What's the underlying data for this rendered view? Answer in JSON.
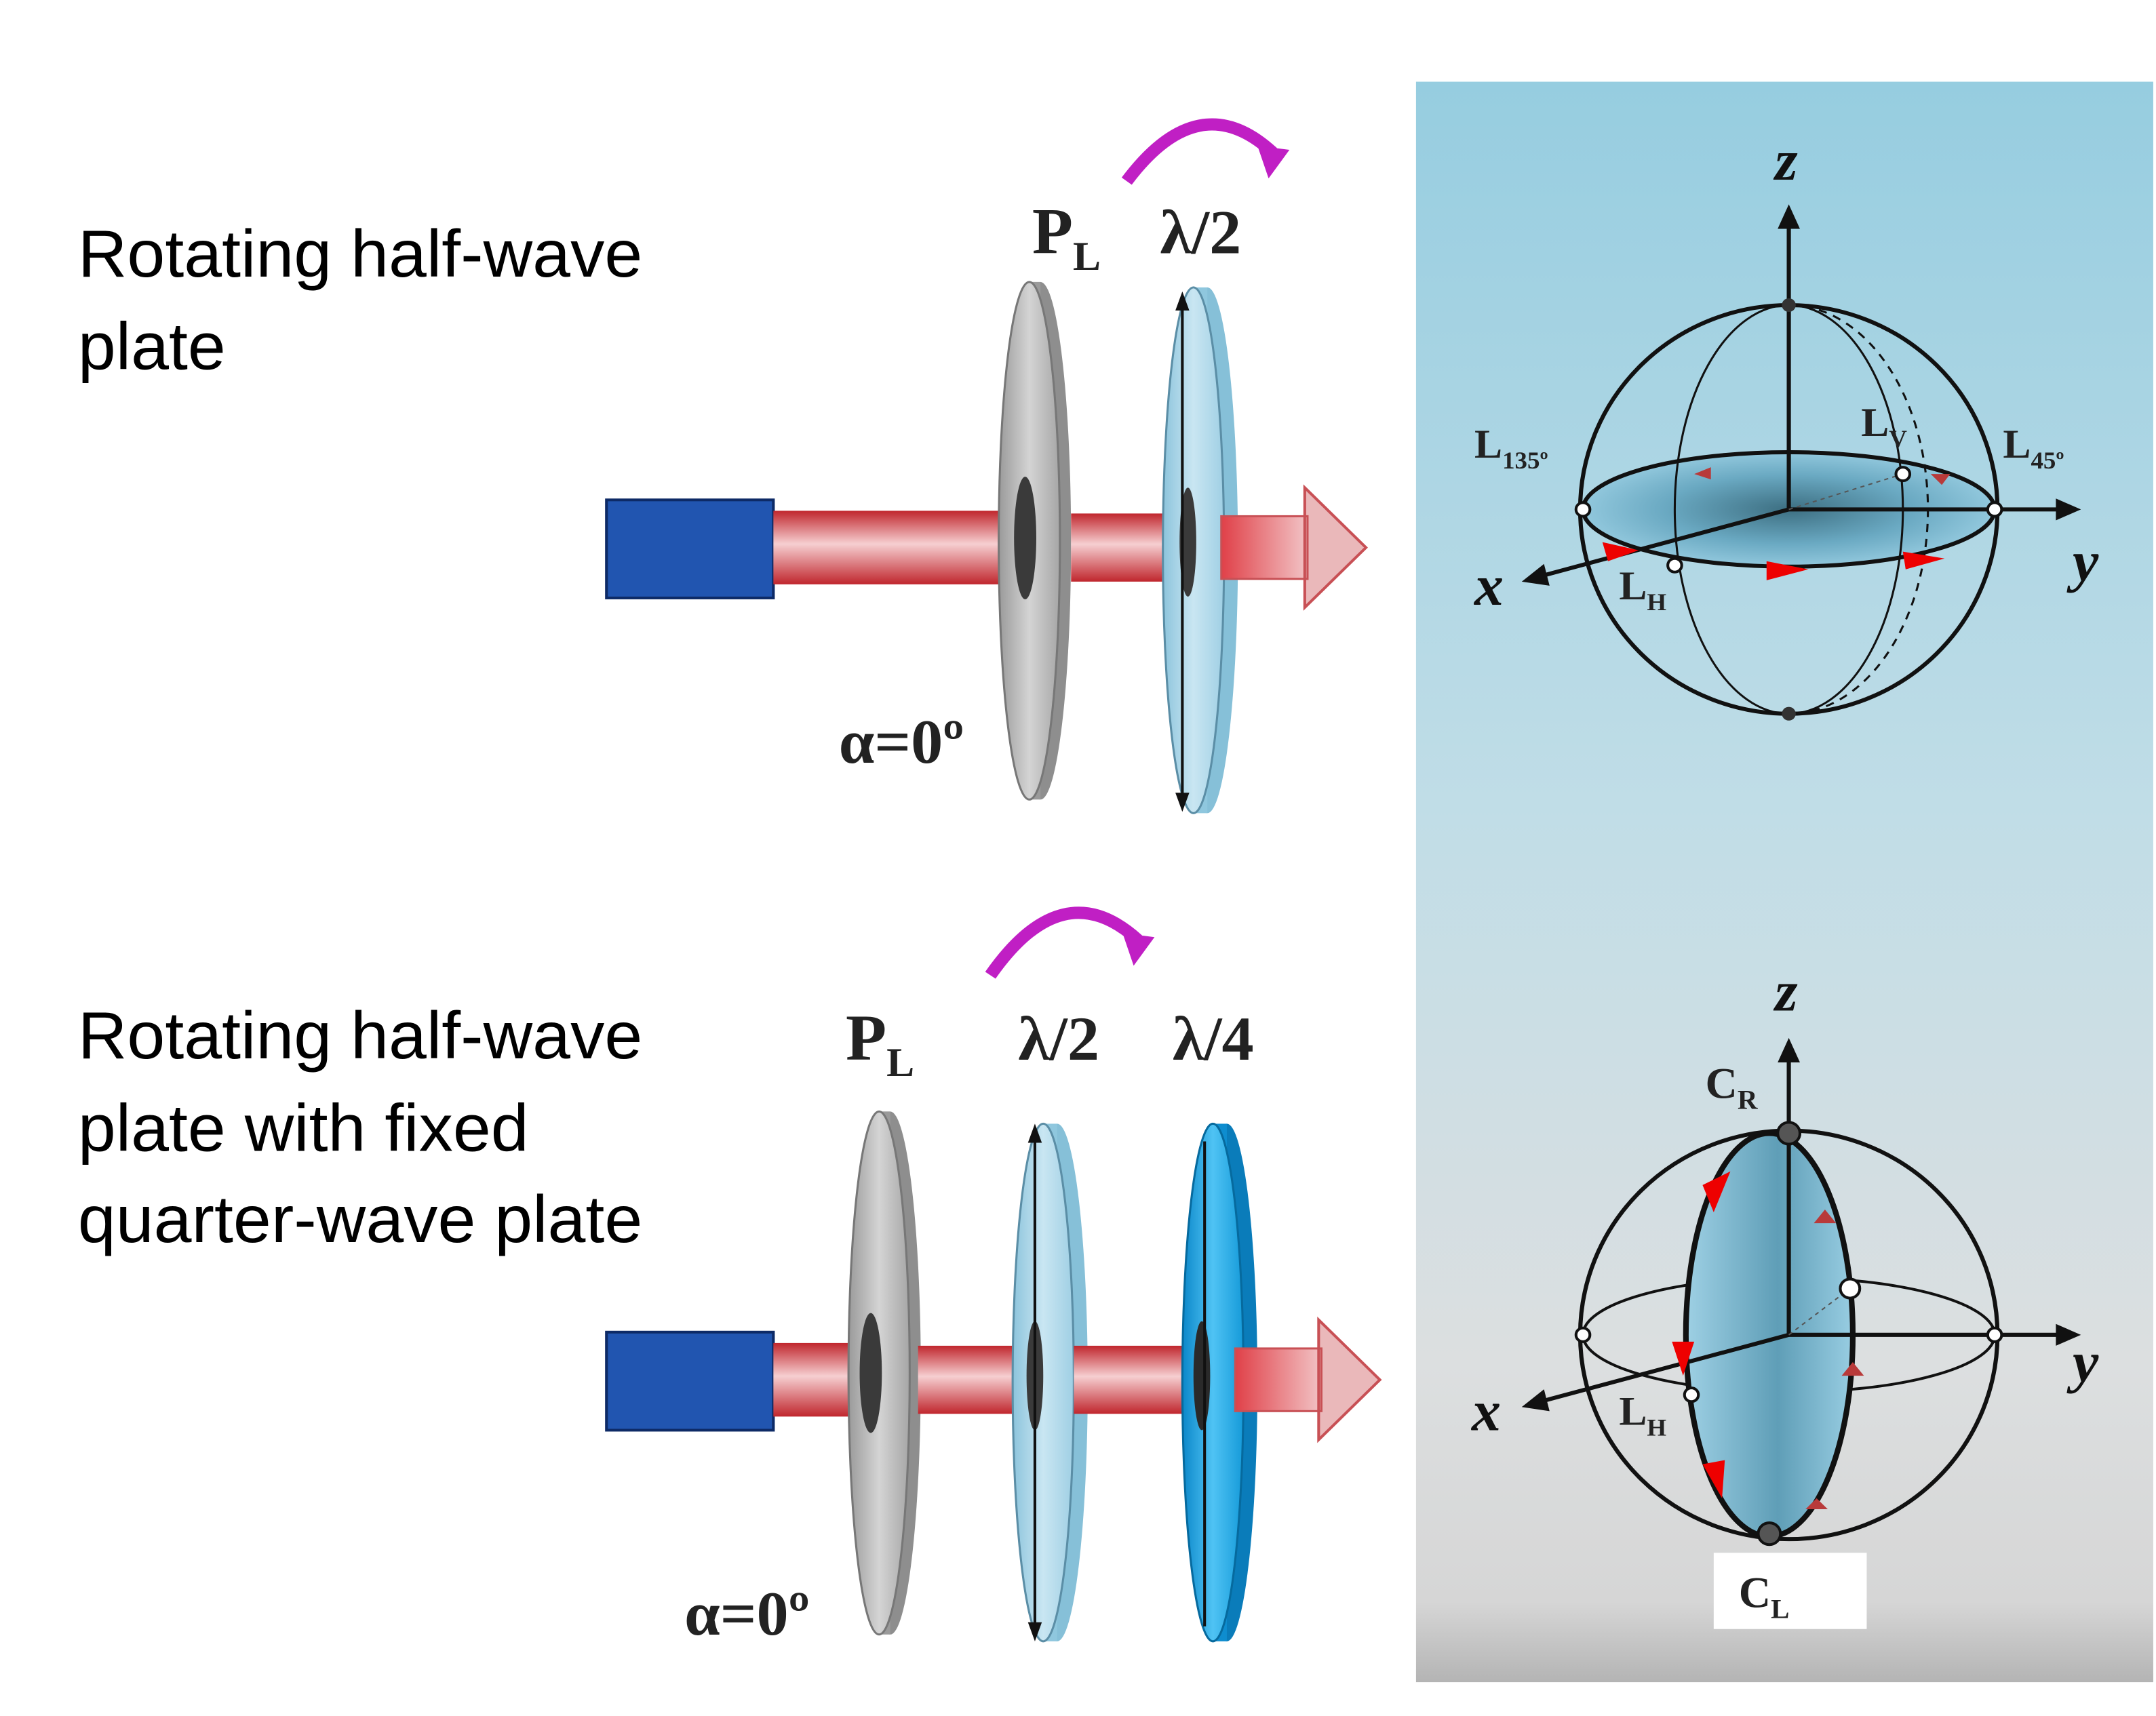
{
  "captions": {
    "top": [
      "Rotating half-wave",
      "plate"
    ],
    "bottom": [
      "Rotating half-wave",
      "plate with fixed",
      "quarter-wave plate"
    ]
  },
  "setup_top": {
    "polarizer_label": "P",
    "polarizer_sub": "L",
    "halfwave_label": "λ/2",
    "angle_label": "α=0º"
  },
  "setup_bottom": {
    "polarizer_label": "P",
    "polarizer_sub": "L",
    "halfwave_label": "λ/2",
    "quarterwave_label": "λ/4",
    "angle_label": "α=0º"
  },
  "sphere_top": {
    "axis_x": "x",
    "axis_y": "y",
    "axis_z": "z",
    "point_135": "L",
    "point_135_sub": "135º",
    "point_45": "L",
    "point_45_sub": "45º",
    "point_v": "L",
    "point_v_sub": "V",
    "point_h": "L",
    "point_h_sub": "H"
  },
  "sphere_bottom": {
    "axis_x": "x",
    "axis_y": "y",
    "axis_z": "z",
    "point_cr": "C",
    "point_cr_sub": "R",
    "point_cl": "C",
    "point_cl_sub": "L",
    "point_h": "L",
    "point_h_sub": "H"
  },
  "colors": {
    "laser": "#2155b0",
    "beam": "#e0323a",
    "polarizer": "#b8b8b8",
    "halfwave": "#a9d6ea",
    "quarterwave": "#1ea6e6",
    "rotation_arrow": "#c01fc4",
    "panel_top": "#96cde0",
    "panel_bottom": "#dadada",
    "path_arrow": "#ee0000"
  }
}
